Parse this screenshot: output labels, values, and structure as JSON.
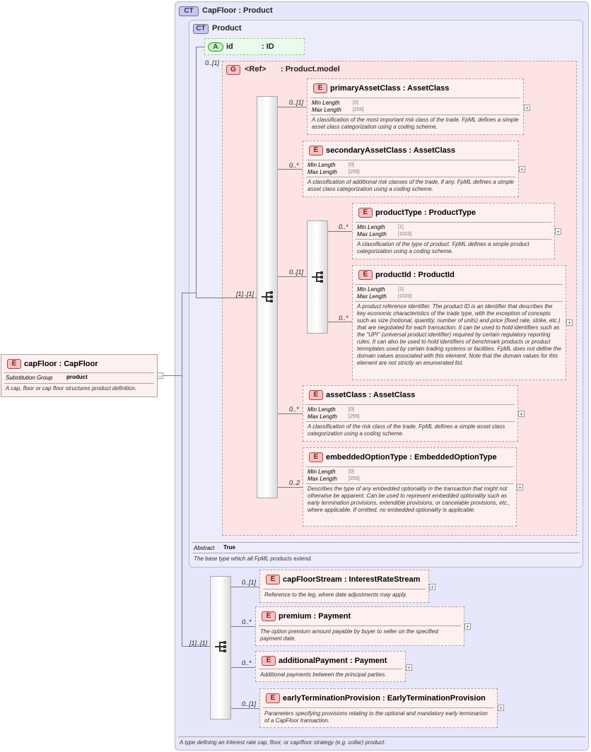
{
  "outer": {
    "badge": "CT",
    "title": "CapFloor : Product",
    "doc": "A type defining an interest rate cap, floor, or cap/floor strategy (e.g. collar) product."
  },
  "inner": {
    "badge": "CT",
    "title": "Product",
    "abstract_label": "Abstract",
    "abstract_value": "True",
    "doc": "The base type which all FpML products extend."
  },
  "attribute": {
    "badge": "A",
    "name": "id",
    "type": ": ID",
    "card": "0..[1]"
  },
  "group": {
    "badge": "G",
    "name": "<Ref>",
    "type": ": Product.model",
    "seq_card": "[1]..[1]"
  },
  "choice_card": "0..[1]",
  "facet_labels": {
    "min": "Min Length",
    "max": "Max Length"
  },
  "elements": [
    {
      "badge": "E",
      "name": "primaryAssetClass",
      "type": ": AssetClass",
      "card": "0..[1]",
      "min": "[0]",
      "max": "[255]",
      "doc": "A classification of the most important risk class of the trade. FpML defines a simple asset class categorization using a coding scheme."
    },
    {
      "badge": "E",
      "name": "secondaryAssetClass",
      "type": ": AssetClass",
      "card": "0..*",
      "min": "[0]",
      "max": "[255]",
      "doc": "A classification of additional risk classes of the trade, if any. FpML defines a simple asset class categorization using a coding scheme."
    },
    {
      "badge": "E",
      "name": "productType",
      "type": ": ProductType",
      "card": "0..*",
      "min": "[1]",
      "max": "[1023]",
      "doc": "A classification of the type of product. FpML defines a simple product categorization using a coding scheme."
    },
    {
      "badge": "E",
      "name": "productId",
      "type": ": ProductId",
      "card": "0..*",
      "min": "[1]",
      "max": "[1023]",
      "doc": "A product reference identifier. The product ID is an identifier that describes the key economic characteristics of the trade type, with the exception of concepts such as size (notional, quantity, number of units) and price (fixed rate, strike, etc.) that are negotiated for each transaction. It can be used to hold identifiers such as the \"UPI\" (universal product identifier) required by certain regulatory reporting rules. It can also be used to hold identifiers of benchmark products or product temnplates used by certain trading systems or facilities. FpML does not define the domain values associated with this element. Note that the domain values for this element are not strictly an enumerated list."
    },
    {
      "badge": "E",
      "name": "assetClass",
      "type": ": AssetClass",
      "card": "0..*",
      "min": "[0]",
      "max": "[255]",
      "doc": "A classification of the risk class of the trade. FpML defines a simple asset class categorization using a coding scheme."
    },
    {
      "badge": "E",
      "name": "embeddedOptionType",
      "type": ": EmbeddedOptionType",
      "card": "0..2",
      "min": "[0]",
      "max": "[255]",
      "doc": "Describes the type of any embedded optionality in the transaction that might not otherwise be apparent. Can be used to represent embedded optionality such as early termination provisions, extendible provisions, or cancelable provisions, etc., where applicable. If omitted, no embedded optionality is applicable."
    }
  ],
  "bottom_seq_card": "[1]..[1]",
  "bottom_elements": [
    {
      "badge": "E",
      "name": "capFloorStream",
      "type": ": InterestRateStream",
      "card": "0..[1]",
      "doc": "Reference to the leg, where date adjustments may apply."
    },
    {
      "badge": "E",
      "name": "premium",
      "type": ": Payment",
      "card": "0..*",
      "doc": "The option premium amount payable by buyer to seller on the specified payment date."
    },
    {
      "badge": "E",
      "name": "additionalPayment",
      "type": ": Payment",
      "card": "0..*",
      "doc": "Additional payments between the principal parties."
    },
    {
      "badge": "E",
      "name": "earlyTerminationProvision",
      "type": ": EarlyTerminationProvision",
      "card": "0..[1]",
      "doc": "Parameters specifying provisions relating to the optional and mandatory early terminarion of a CapFloor transaction."
    }
  ],
  "root": {
    "badge": "E",
    "name": "capFloor",
    "type": ": CapFloor",
    "subst_label": "Substitution Group",
    "subst_value": "product",
    "doc": "A cap, floor or cap floor structures product definition."
  }
}
